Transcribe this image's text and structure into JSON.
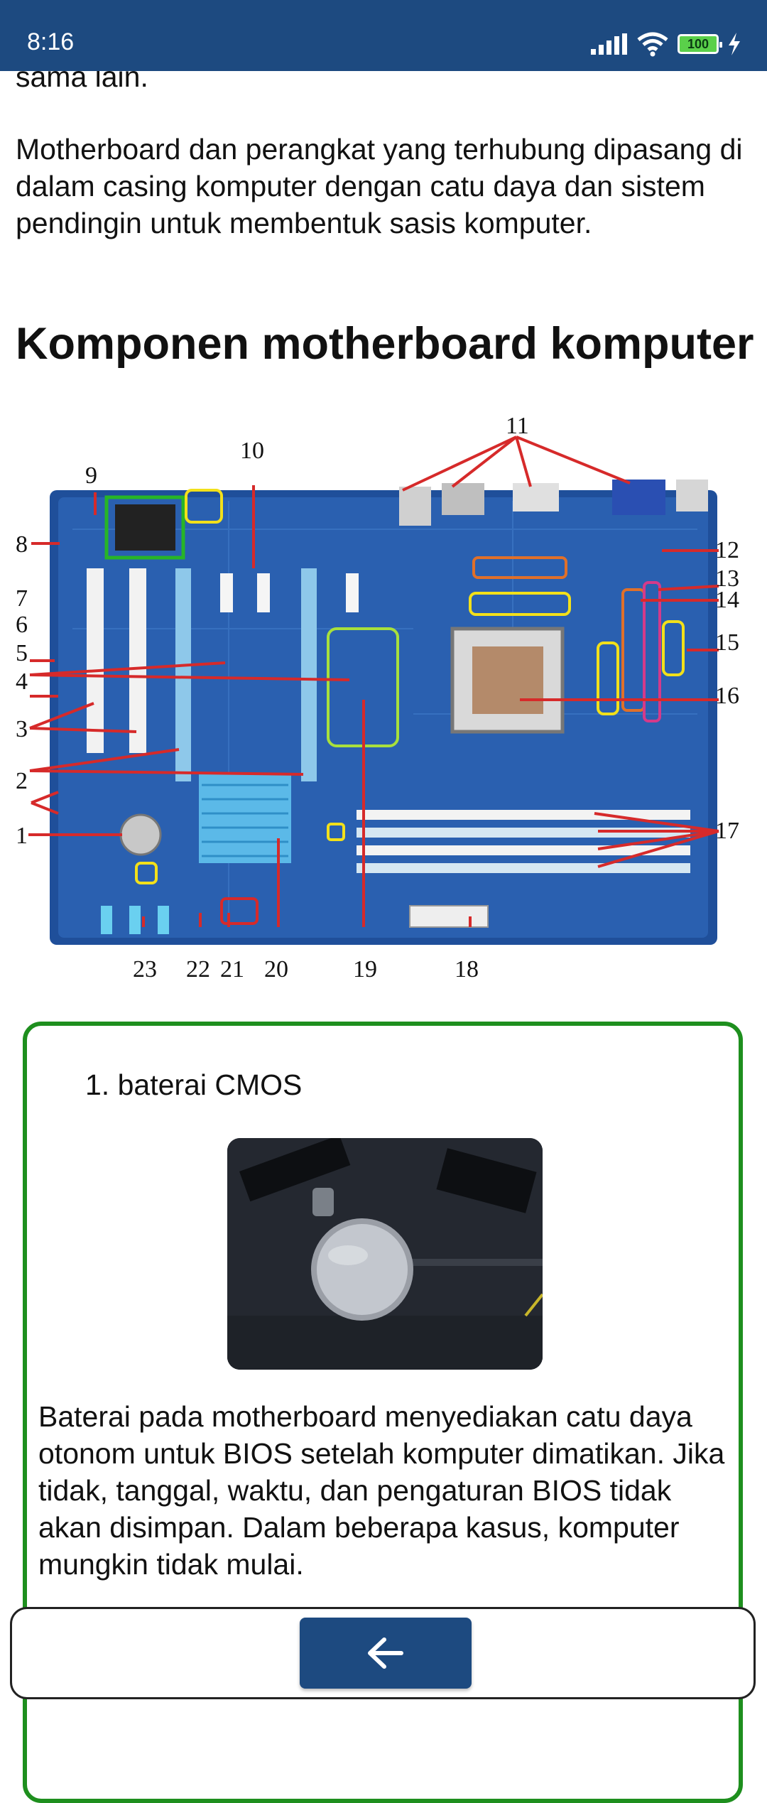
{
  "status_bar": {
    "time": "8:16",
    "battery": "100",
    "icons": [
      "signal-icon",
      "wifi-icon",
      "battery-icon",
      "charging-icon"
    ]
  },
  "article": {
    "partial_line": "sama lain.",
    "paragraph": "Motherboard dan perangkat yang terhubung dipasang di dalam casing komputer dengan catu daya dan sistem pendingin untuk membentuk sasis komputer.",
    "heading": "Komponen motherboard komputer"
  },
  "diagram": {
    "labels": [
      "1",
      "2",
      "3",
      "4",
      "5",
      "6",
      "7",
      "8",
      "9",
      "10",
      "11",
      "12",
      "13",
      "14",
      "15",
      "16",
      "17",
      "18",
      "19",
      "20",
      "21",
      "22",
      "23"
    ]
  },
  "card": {
    "title": "1. baterai CMOS",
    "text": "Baterai pada motherboard menyediakan catu daya otonom untuk BIOS setelah komputer dimatikan. Jika tidak, tanggal, waktu, dan pengaturan BIOS tidak akan disimpan. Dalam beberapa kasus, komputer mungkin tidak mulai."
  },
  "navigation": {
    "back_icon": "arrow-left-icon"
  },
  "colors": {
    "status_bar": "#1d4a80",
    "card_border": "#1e8f1e",
    "button": "#1d4a80"
  }
}
